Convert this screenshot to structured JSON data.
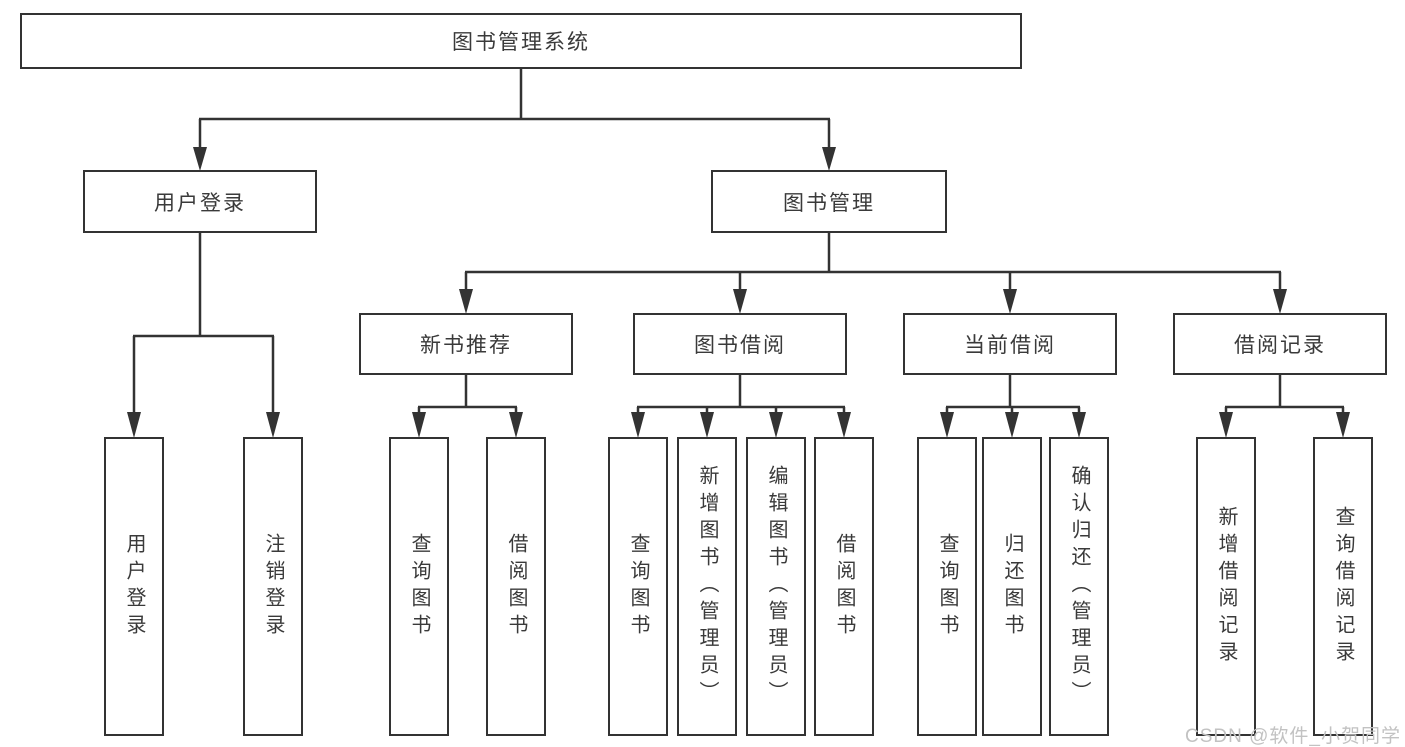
{
  "diagram": {
    "root": {
      "label": "图书管理系统"
    },
    "branches": [
      {
        "label": "用户登录",
        "children": [
          {
            "label": "用户登录"
          },
          {
            "label": "注销登录"
          }
        ]
      },
      {
        "label": "图书管理",
        "children": [
          {
            "label": "新书推荐",
            "children": [
              {
                "label": "查询图书"
              },
              {
                "label": "借阅图书"
              }
            ]
          },
          {
            "label": "图书借阅",
            "children": [
              {
                "label": "查询图书"
              },
              {
                "label": "新增图书（管理员）"
              },
              {
                "label": "编辑图书（管理员）"
              },
              {
                "label": "借阅图书"
              }
            ]
          },
          {
            "label": "当前借阅",
            "children": [
              {
                "label": "查询图书"
              },
              {
                "label": "归还图书"
              },
              {
                "label": "确认归还（管理员）"
              }
            ]
          },
          {
            "label": "借阅记录",
            "children": [
              {
                "label": "新增借阅记录"
              },
              {
                "label": "查询借阅记录"
              }
            ]
          }
        ]
      }
    ]
  },
  "watermark": {
    "text": "CSDN @软件_小贺同学"
  },
  "colors": {
    "line": "#333333",
    "text": "#3a3a3a",
    "watermark": "#c2c2c2",
    "background": "#ffffff"
  }
}
